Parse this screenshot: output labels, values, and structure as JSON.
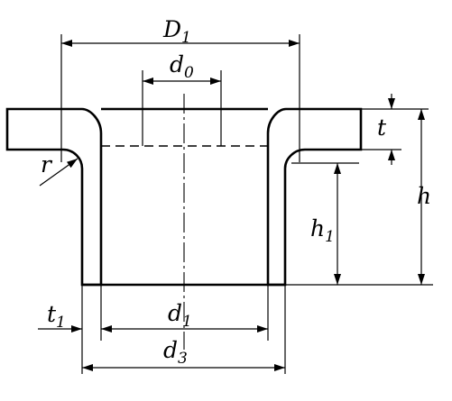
{
  "labels": {
    "D1": {
      "main": "D",
      "sub": "1"
    },
    "d0": {
      "main": "d",
      "sub": "0"
    },
    "t": {
      "main": "t"
    },
    "r": {
      "main": "r"
    },
    "h1": {
      "main": "h",
      "sub": "1"
    },
    "h": {
      "main": "h"
    },
    "t1": {
      "main": "t",
      "sub": "1"
    },
    "d1": {
      "main": "d",
      "sub": "1"
    },
    "d3": {
      "main": "d",
      "sub": "3"
    }
  }
}
